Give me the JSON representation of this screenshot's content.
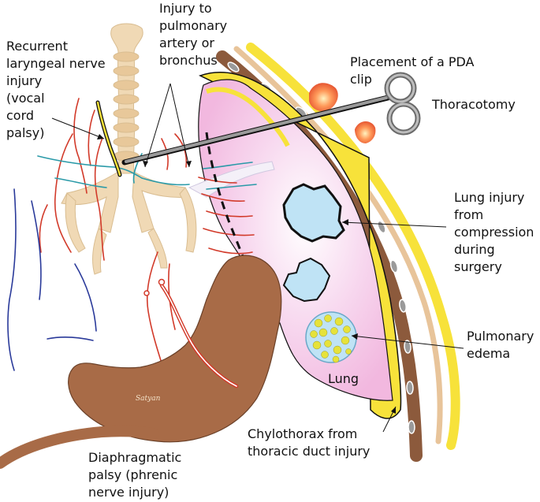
{
  "labels": {
    "recurrent_laryngeal": [
      "Recurrent",
      "laryngeal nerve",
      "injury",
      "(vocal",
      "cord",
      "palsy)"
    ],
    "pulmonary_artery": [
      "Injury to",
      "pulmonary",
      "artery or",
      "bronchus"
    ],
    "pda_clip": [
      "Placement of a PDA",
      "clip"
    ],
    "thoracotomy": "Thoracotomy",
    "lung_injury": [
      "Lung injury",
      "from",
      "compression",
      "during",
      "surgery"
    ],
    "pulmonary_edema": [
      "Pulmonary",
      "edema"
    ],
    "lung": "Lung",
    "chylothorax": [
      "Chylothorax from",
      "thoracic duct injury"
    ],
    "diaphragmatic": [
      "Diaphragmatic",
      "palsy (phrenic",
      "nerve injury)"
    ],
    "signature": "Satyan"
  },
  "colors": {
    "chest_wall_yellow": "#f7e23a",
    "rib_brown": "#8c5a3c",
    "skin_tan": "#e8c49a",
    "lung_pink": "#f2b8df",
    "bronchus_tan": "#f0d9b5",
    "lesion_blue": "#bfe3f5",
    "edema_yellow": "#e6e23a",
    "organ_brown": "#a86b47",
    "artery_red": "#d23a2a",
    "nerve_teal": "#2a9aa8",
    "vein_blue": "#2a3a9a",
    "clip_gray": "#8a8a8a"
  }
}
